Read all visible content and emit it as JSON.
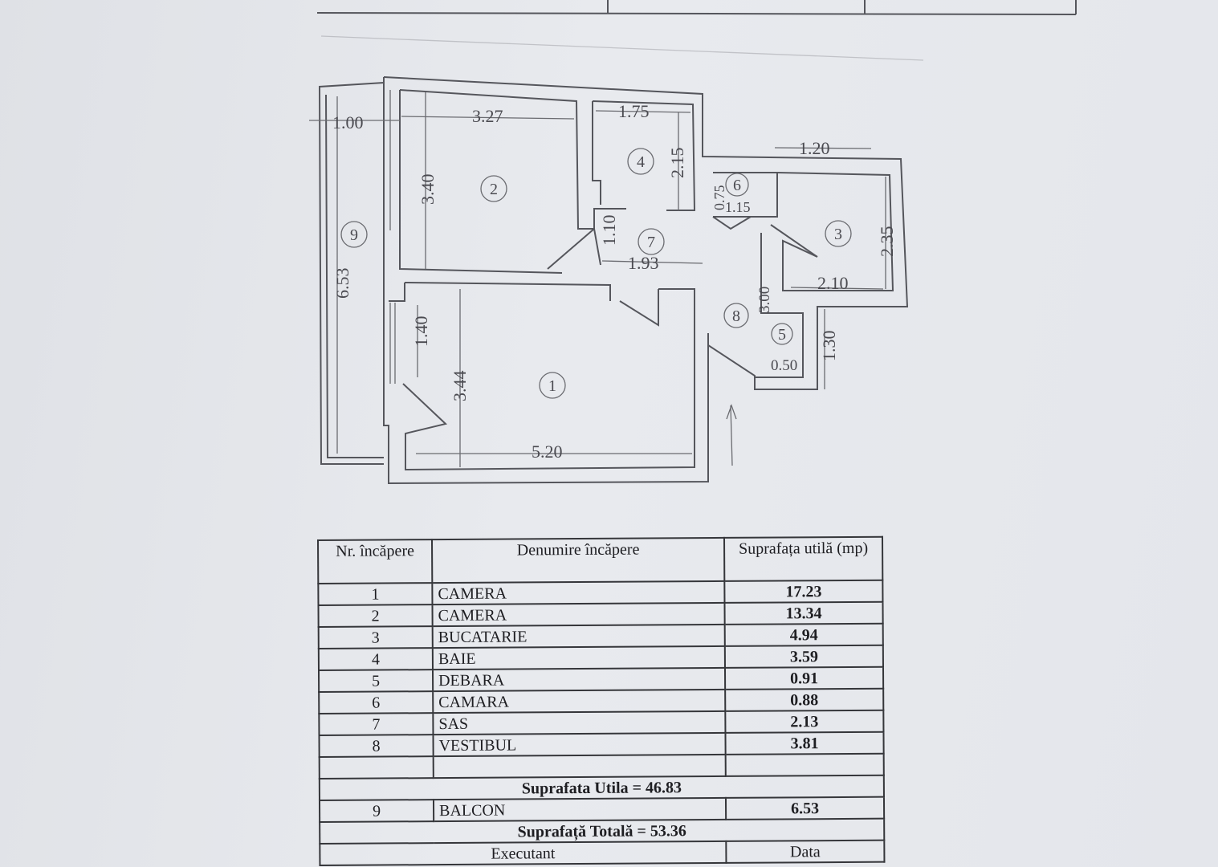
{
  "plan": {
    "rooms": [
      "1",
      "2",
      "3",
      "4",
      "5",
      "6",
      "7",
      "8",
      "9"
    ],
    "dimensions": {
      "balcony_width": "1.00",
      "room2_width": "3.27",
      "bath_width": "1.75",
      "kitchen_top": "1.20",
      "bath_depth": "2.15",
      "room2_depth": "3.40",
      "pantry_a": "0.75",
      "pantry_b": "1.15",
      "balcony_length": "6.53",
      "kitchen_depth": "2.35",
      "sas_a": "1.10",
      "sas_b": "1.93",
      "kitchen_width": "2.10",
      "hall": "3.00",
      "window": "1.40",
      "storage_depth": "1.30",
      "room1_depth": "3.44",
      "storage_width": "0.50",
      "room1_width": "5.20"
    }
  },
  "table": {
    "headers": {
      "nr": "Nr. încăpere",
      "name": "Denumire încăpere",
      "area": "Suprafața utilă (mp)"
    },
    "rows": [
      {
        "nr": "1",
        "name": "CAMERA",
        "area": "17.23"
      },
      {
        "nr": "2",
        "name": "CAMERA",
        "area": "13.34"
      },
      {
        "nr": "3",
        "name": "BUCATARIE",
        "area": "4.94"
      },
      {
        "nr": "4",
        "name": "BAIE",
        "area": "3.59"
      },
      {
        "nr": "5",
        "name": "DEBARA",
        "area": "0.91"
      },
      {
        "nr": "6",
        "name": "CAMARA",
        "area": "0.88"
      },
      {
        "nr": "7",
        "name": "SAS",
        "area": "2.13"
      },
      {
        "nr": "8",
        "name": "VESTIBUL",
        "area": "3.81"
      }
    ],
    "useful_total": "Suprafata  Utila = 46.83",
    "balcony": {
      "nr": "9",
      "name": "BALCON",
      "area": "6.53"
    },
    "grand_total": "Suprafață Totală  = 53.36",
    "footer": {
      "executant": "Executant",
      "date": "Data"
    }
  }
}
